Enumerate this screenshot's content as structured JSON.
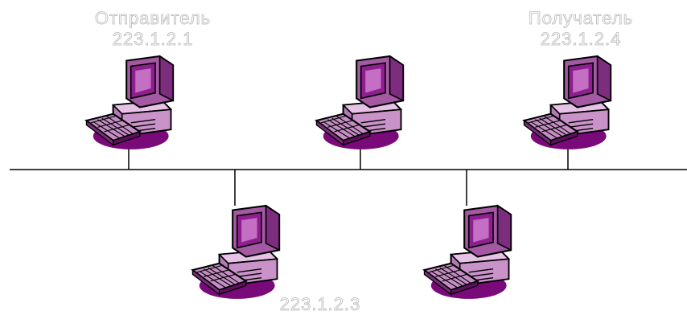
{
  "nodes": [
    {
      "role": "Отправитель",
      "ip": "223.1.2.1"
    },
    {
      "role": "",
      "ip": ""
    },
    {
      "role": "Получатель",
      "ip": "223.1.2.4"
    },
    {
      "role": "",
      "ip": "223.1.2.3"
    },
    {
      "role": "",
      "ip": ""
    }
  ],
  "colors": {
    "computer_fill": "#9b2a9b",
    "computer_light": "#d9a6d9",
    "computer_shadow": "#6a0a6a",
    "outline": "#000000",
    "bus": "#000000",
    "label_outline": "#b8b8b8"
  },
  "icon": "desktop-computer-icon"
}
